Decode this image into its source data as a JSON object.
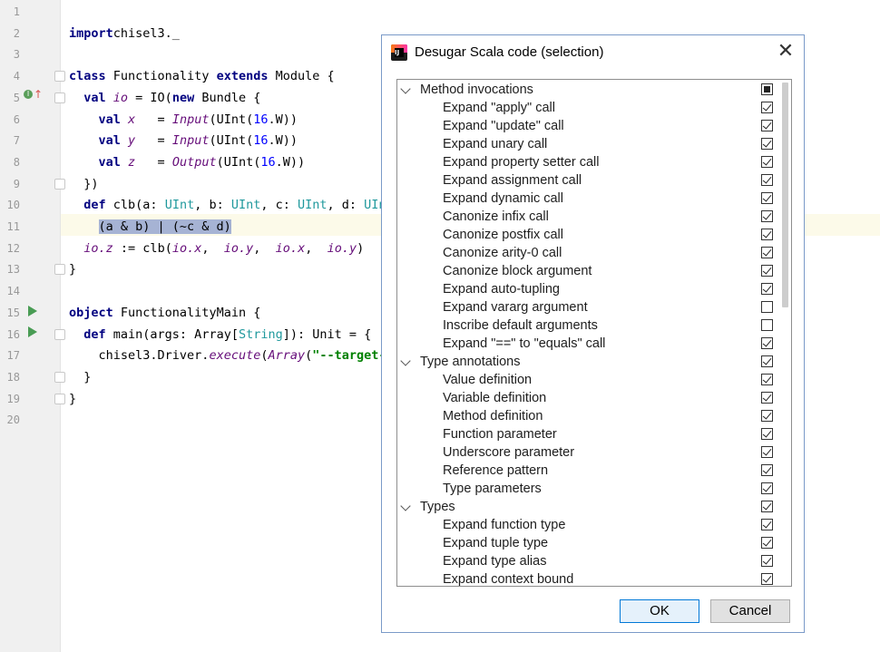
{
  "editor": {
    "line_numbers": [
      "1",
      "2",
      "3",
      "4",
      "5",
      "6",
      "7",
      "8",
      "9",
      "10",
      "11",
      "12",
      "13",
      "14",
      "15",
      "16",
      "17",
      "18",
      "19",
      "20"
    ],
    "lines": [
      {
        "num": 2,
        "parts": [
          [
            "kw",
            "import"
          ],
          [
            "",
            "chisel3._"
          ]
        ]
      },
      {
        "num": 4,
        "parts": [
          [
            "kw",
            "class "
          ],
          [
            "",
            "Functionality "
          ],
          [
            "kw",
            "extends "
          ],
          [
            "",
            "Module {"
          ]
        ]
      },
      {
        "num": 5,
        "parts": [
          [
            "",
            "  "
          ],
          [
            "kw",
            "val "
          ],
          [
            "it",
            "io"
          ],
          [
            "",
            " = IO("
          ],
          [
            "kw",
            "new "
          ],
          [
            "",
            "Bundle {"
          ]
        ]
      },
      {
        "num": 6,
        "parts": [
          [
            "",
            "    "
          ],
          [
            "kw",
            "val "
          ],
          [
            "it",
            "x"
          ],
          [
            "",
            "   = "
          ],
          [
            "it",
            "Input"
          ],
          [
            "",
            "(UInt("
          ],
          [
            "num",
            "16"
          ],
          [
            "",
            ".W))"
          ]
        ]
      },
      {
        "num": 7,
        "parts": [
          [
            "",
            "    "
          ],
          [
            "kw",
            "val "
          ],
          [
            "it",
            "y"
          ],
          [
            "",
            "   = "
          ],
          [
            "it",
            "Input"
          ],
          [
            "",
            "(UInt("
          ],
          [
            "num",
            "16"
          ],
          [
            "",
            ".W))"
          ]
        ]
      },
      {
        "num": 8,
        "parts": [
          [
            "",
            "    "
          ],
          [
            "kw",
            "val "
          ],
          [
            "it",
            "z"
          ],
          [
            "",
            "   = "
          ],
          [
            "it",
            "Output"
          ],
          [
            "",
            "(UInt("
          ],
          [
            "num",
            "16"
          ],
          [
            "",
            ".W))"
          ]
        ]
      },
      {
        "num": 9,
        "parts": [
          [
            "",
            "  })"
          ]
        ]
      },
      {
        "num": 10,
        "parts": [
          [
            "",
            "  "
          ],
          [
            "kw",
            "def "
          ],
          [
            "",
            "clb(a: "
          ],
          [
            "ty",
            "UInt"
          ],
          [
            "",
            ", b: "
          ],
          [
            "ty",
            "UInt"
          ],
          [
            "",
            ", c: "
          ],
          [
            "ty",
            "UInt"
          ],
          [
            "",
            ", d: "
          ],
          [
            "ty",
            "UIn"
          ]
        ]
      },
      {
        "num": 11,
        "parts": [
          [
            "",
            "    "
          ],
          [
            "sel",
            "(a & b) | (~c & d)"
          ]
        ]
      },
      {
        "num": 12,
        "parts": [
          [
            "",
            "  "
          ],
          [
            "it",
            "io"
          ],
          [
            "it",
            ".z"
          ],
          [
            "",
            " := clb("
          ],
          [
            "it",
            "io"
          ],
          [
            "it",
            ".x"
          ],
          [
            "",
            ",  "
          ],
          [
            "it",
            "io"
          ],
          [
            "it",
            ".y"
          ],
          [
            "",
            ",  "
          ],
          [
            "it",
            "io"
          ],
          [
            "it",
            ".x"
          ],
          [
            "",
            ",  "
          ],
          [
            "it",
            "io"
          ],
          [
            "it",
            ".y"
          ],
          [
            "",
            ")"
          ]
        ]
      },
      {
        "num": 13,
        "parts": [
          [
            "",
            "}"
          ]
        ]
      },
      {
        "num": 15,
        "parts": [
          [
            "kw",
            "object "
          ],
          [
            "",
            "FunctionalityMain {"
          ]
        ]
      },
      {
        "num": 16,
        "parts": [
          [
            "",
            "  "
          ],
          [
            "kw",
            "def "
          ],
          [
            "",
            "main(args: Array["
          ],
          [
            "ty",
            "String"
          ],
          [
            "",
            "]): Unit = {"
          ]
        ]
      },
      {
        "num": 17,
        "parts": [
          [
            "",
            "    chisel3.Driver."
          ],
          [
            "it",
            "execute"
          ],
          [
            "",
            "("
          ],
          [
            "it",
            "Array"
          ],
          [
            "",
            "("
          ],
          [
            "str",
            "\"--target-"
          ]
        ]
      },
      {
        "num": 18,
        "parts": [
          [
            "",
            "  }"
          ]
        ]
      },
      {
        "num": 19,
        "parts": [
          [
            "",
            "}"
          ]
        ]
      }
    ]
  },
  "dialog": {
    "title": "Desugar Scala code (selection)",
    "close_label": "✕",
    "ok_label": "OK",
    "cancel_label": "Cancel",
    "items": [
      {
        "label": "Method invocations",
        "group": true,
        "state": "partial"
      },
      {
        "label": "Expand \"apply\" call",
        "state": "checked"
      },
      {
        "label": "Expand \"update\" call",
        "state": "checked"
      },
      {
        "label": "Expand unary call",
        "state": "checked"
      },
      {
        "label": "Expand property setter call",
        "state": "checked"
      },
      {
        "label": "Expand assignment call",
        "state": "checked"
      },
      {
        "label": "Expand dynamic call",
        "state": "checked"
      },
      {
        "label": "Canonize infix call",
        "state": "checked"
      },
      {
        "label": "Canonize postfix call",
        "state": "checked"
      },
      {
        "label": "Canonize arity-0 call",
        "state": "checked"
      },
      {
        "label": "Canonize block argument",
        "state": "checked"
      },
      {
        "label": "Expand auto-tupling",
        "state": "checked"
      },
      {
        "label": "Expand vararg argument",
        "state": "unchecked"
      },
      {
        "label": "Inscribe default arguments",
        "state": "unchecked"
      },
      {
        "label": "Expand \"==\" to \"equals\" call",
        "state": "checked"
      },
      {
        "label": "Type annotations",
        "group": true,
        "state": "checked"
      },
      {
        "label": "Value definition",
        "state": "checked"
      },
      {
        "label": "Variable definition",
        "state": "checked"
      },
      {
        "label": "Method definition",
        "state": "checked"
      },
      {
        "label": "Function parameter",
        "state": "checked"
      },
      {
        "label": "Underscore parameter",
        "state": "checked"
      },
      {
        "label": "Reference pattern",
        "state": "checked"
      },
      {
        "label": "Type parameters",
        "state": "checked"
      },
      {
        "label": "Types",
        "group": true,
        "state": "checked"
      },
      {
        "label": "Expand function type",
        "state": "checked"
      },
      {
        "label": "Expand tuple type",
        "state": "checked"
      },
      {
        "label": "Expand type alias",
        "state": "checked"
      },
      {
        "label": "Expand context bound",
        "state": "checked"
      }
    ]
  },
  "colors": {
    "keyword": "#000080",
    "type": "#20999d",
    "number": "#0000ff",
    "string": "#008000",
    "selection": "#a6b3d4",
    "accent": "#0078d7"
  },
  "icons": [
    "run-icon",
    "implements-icon",
    "fold-icon",
    "intellij-icon",
    "close-icon",
    "chevron-down-icon",
    "checkbox-icon"
  ]
}
